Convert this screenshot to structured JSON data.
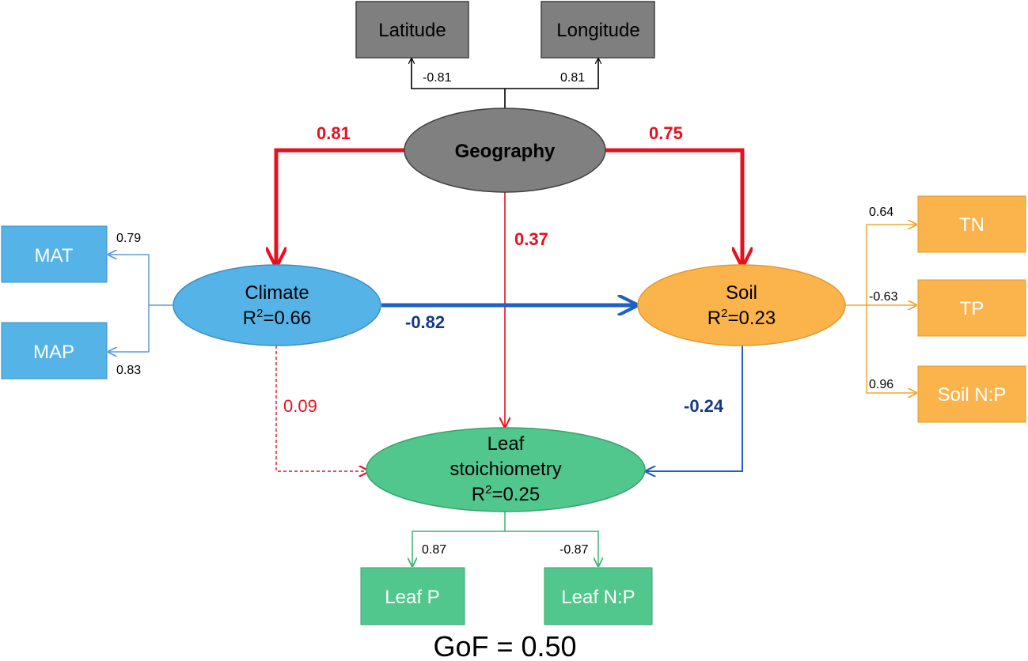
{
  "colors": {
    "geography": "#808080",
    "climate": "#55b3e8",
    "soil": "#fbb34c",
    "leaf": "#52c78d",
    "red": "#e8101f",
    "blue": "#1f5fc8",
    "dark_blue": "#16388a",
    "climate_line": "#5b9bd5",
    "soil_line": "#f0a830",
    "leaf_line": "#3cb371"
  },
  "geography": {
    "label": "Geography",
    "indicators": [
      {
        "label": "Latitude",
        "loading": "-0.81"
      },
      {
        "label": "Longitude",
        "loading": "0.81"
      }
    ]
  },
  "climate": {
    "label": "Climate",
    "r2_prefix": "R",
    "r2_sup": "2",
    "r2_value": "=0.66",
    "indicators": [
      {
        "label": "MAT",
        "loading": "0.79"
      },
      {
        "label": "MAP",
        "loading": "0.83"
      }
    ]
  },
  "soil": {
    "label": "Soil",
    "r2_prefix": "R",
    "r2_sup": "2",
    "r2_value": "=0.23",
    "indicators": [
      {
        "label": "TN",
        "loading": "0.64"
      },
      {
        "label": "TP",
        "loading": "-0.63"
      },
      {
        "label": "Soil N:P",
        "loading": "0.96"
      }
    ]
  },
  "leaf": {
    "label_line1": "Leaf",
    "label_line2": "stoichiometry",
    "r2_prefix": "R",
    "r2_sup": "2",
    "r2_value": "=0.25",
    "indicators": [
      {
        "label": "Leaf P",
        "loading": "0.87"
      },
      {
        "label": "Leaf N:P",
        "loading": "-0.87"
      }
    ]
  },
  "paths": {
    "geography_climate": "0.81",
    "geography_soil": "0.75",
    "geography_leaf": "0.37",
    "climate_soil": "-0.82",
    "climate_leaf": "0.09",
    "soil_leaf": "-0.24"
  },
  "gof": "GoF = 0.50"
}
